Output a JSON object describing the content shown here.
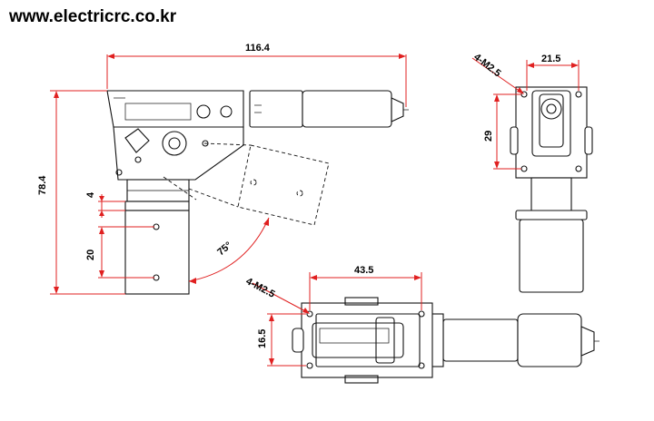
{
  "header": {
    "website": "www.electricrc.co.kr"
  },
  "colors": {
    "dimension": "#e02020",
    "line": "#111111",
    "background": "#ffffff"
  },
  "dimensions": {
    "total_length": "116.4",
    "total_height": "78.4",
    "offset": "4",
    "leg_height": "20",
    "rotation_angle": "75°",
    "top_width": "21.5",
    "side_height": "29",
    "top_holes": "4-M2.5",
    "bottom_length": "43.5",
    "bottom_height": "16.5",
    "bottom_holes": "4-M2.5"
  }
}
